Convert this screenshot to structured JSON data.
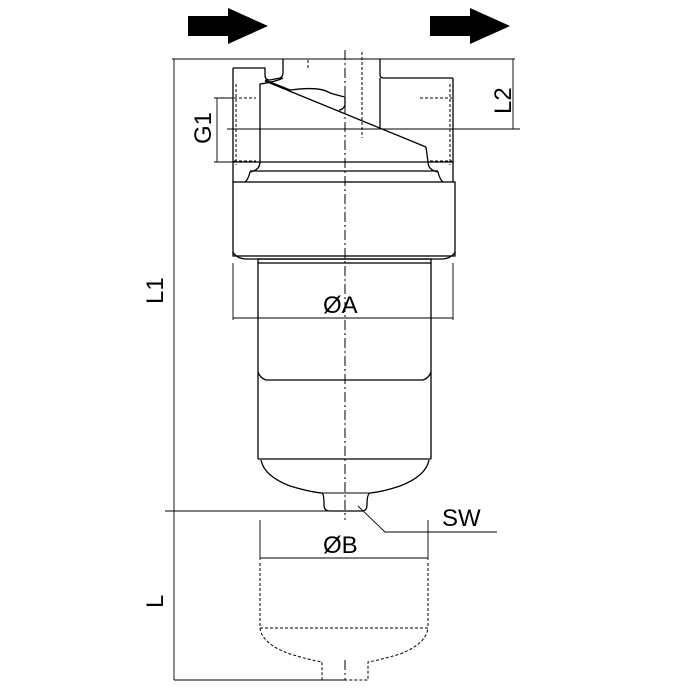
{
  "drawing": {
    "labels": {
      "g1": "G1",
      "l2": "L2",
      "l1": "L1",
      "l": "L",
      "dia_a": "ØA",
      "dia_b": "ØB",
      "sw": "SW"
    },
    "flow_direction": "left-to-right",
    "colors": {
      "line": "#000000",
      "background": "#ffffff"
    }
  }
}
